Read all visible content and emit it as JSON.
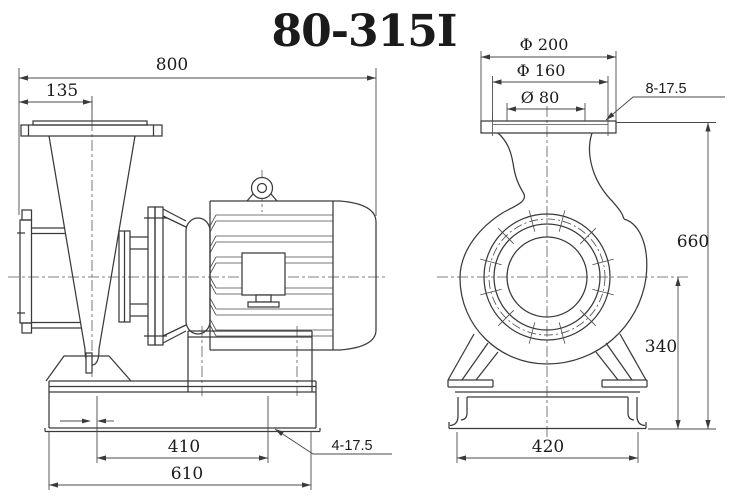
{
  "title": "80-315I",
  "left_view": {
    "dim_overall_length": "800",
    "dim_suction_to_discharge_axis": "135",
    "dim_foot_bolt_span": "410",
    "dim_base_length": "610",
    "base_holes_note": "4-17.5"
  },
  "right_view": {
    "dim_flange_od": "Φ 200",
    "dim_flange_bolt_circle": "Φ 160",
    "dim_bore": "Ø 80",
    "flange_holes_note": "8-17.5",
    "dim_overall_height": "660",
    "dim_axis_height": "340",
    "dim_base_width": "420"
  },
  "colors": {
    "ink": "#3a3a3a",
    "background": "#ffffff"
  }
}
